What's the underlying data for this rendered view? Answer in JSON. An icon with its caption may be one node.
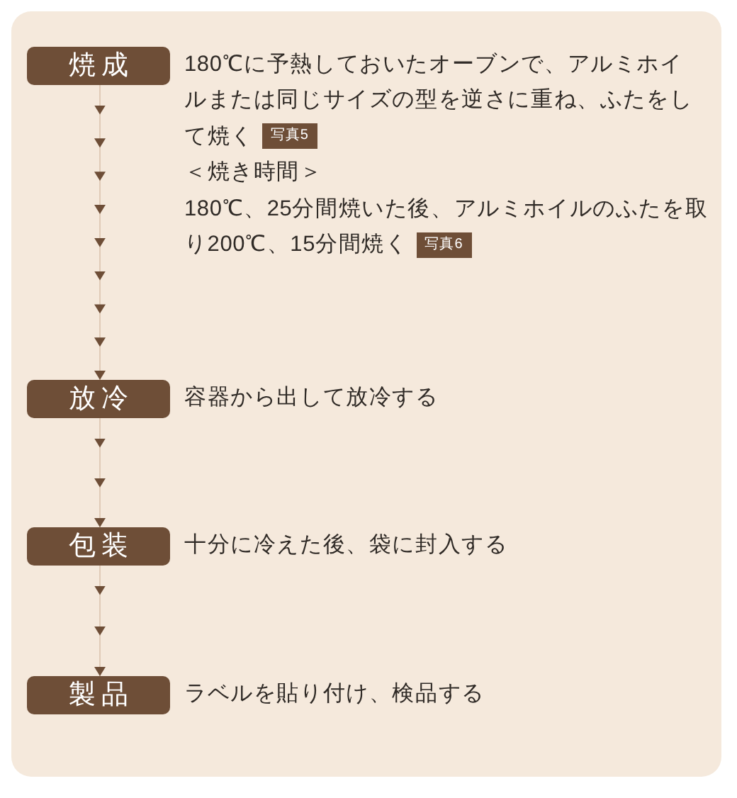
{
  "diagram": {
    "nodes": [
      {
        "text": [
          "焼成"
        ]
      },
      {
        "text": [
          "写真5"
        ]
      },
      {
        "text": [
          "写真6"
        ]
      },
      {
        "text": [
          "放冷"
        ],
        "beside": [
          "容器から出して放冷する"
        ]
      },
      {
        "text": [
          "包装"
        ],
        "beside": [
          "十分に冷えた後、袋に封入する"
        ]
      },
      {
        "text": [
          "製品"
        ],
        "beside": [
          "ラベルを貼り付け、検品する"
        ]
      }
    ],
    "edges": [
      {
        "from": 0,
        "to": 3,
        "arrow": "to"
      },
      {
        "from": 3,
        "to": 4,
        "arrow": "to"
      },
      {
        "from": 4,
        "to": 5,
        "arrow": "to"
      }
    ],
    "labels": [
      "180℃に予熱しておいたオーブンで、アルミホイルまたは同じサイズの型を逆さに重ね、ふたをして焼く",
      "＜焼き時間＞",
      "180℃、25分間焼いた後、アルミホイルのふたを取り200℃、15分間焼く"
    ]
  }
}
